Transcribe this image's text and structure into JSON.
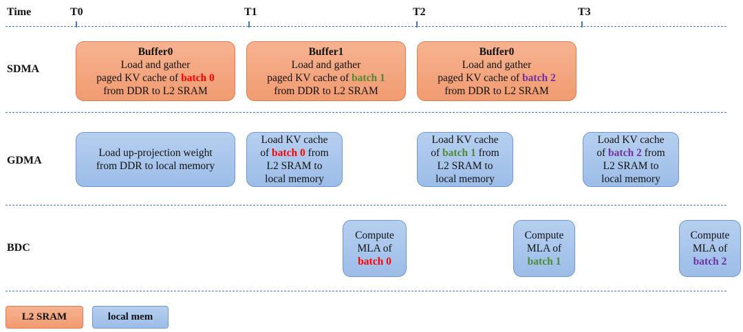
{
  "header": {
    "time_label": "Time",
    "ticks": [
      "T0",
      "T1",
      "T2",
      "T3"
    ]
  },
  "rows": {
    "sdma": "SDMA",
    "gdma": "GDMA",
    "bdc": "BDC"
  },
  "sdma_tasks": [
    {
      "title": "Buffer0",
      "line1": "Load and gather",
      "line2_prefix": "paged KV cache of ",
      "batch": "batch 0",
      "line3": "from DDR to L2 SRAM"
    },
    {
      "title": "Buffer1",
      "line1": "Load and gather",
      "line2_prefix": "paged KV cache of ",
      "batch": "batch 1",
      "line3": "from DDR to L2 SRAM"
    },
    {
      "title": "Buffer0",
      "line1": "Load and gather",
      "line2_prefix": "paged KV cache of ",
      "batch": "batch 2",
      "line3": "from DDR to L2 SRAM"
    }
  ],
  "gdma_tasks": {
    "weight": {
      "line1": "Load up-projection weight",
      "line2": "from DDR to local memory"
    },
    "kv": [
      {
        "line1": "Load KV cache",
        "pre": "of ",
        "batch": "batch 0",
        "post": " from",
        "line3": "L2 SRAM to",
        "line4": "local memory"
      },
      {
        "line1": "Load KV cache",
        "pre": "of ",
        "batch": "batch 1",
        "post": " from",
        "line3": "L2 SRAM to",
        "line4": "local memory"
      },
      {
        "line1": "Load KV cache",
        "pre": "of ",
        "batch": "batch 2",
        "post": " from",
        "line3": "L2 SRAM to",
        "line4": "local memory"
      }
    ]
  },
  "bdc_tasks": [
    {
      "line1": "Compute",
      "line2": "MLA of",
      "batch": "batch 0"
    },
    {
      "line1": "Compute",
      "line2": "MLA of",
      "batch": "batch 1"
    },
    {
      "line1": "Compute",
      "line2": "MLA of",
      "batch": "batch 2"
    }
  ],
  "legend": {
    "l2": "L2 SRAM",
    "local": "local mem"
  },
  "colors": {
    "l2_sram": "#f4a77e",
    "local_mem": "#a8c6ec",
    "batch0": "#ff0000",
    "batch1": "#4e8a35",
    "batch2": "#7030a0",
    "dash_line": "#4472c4"
  }
}
